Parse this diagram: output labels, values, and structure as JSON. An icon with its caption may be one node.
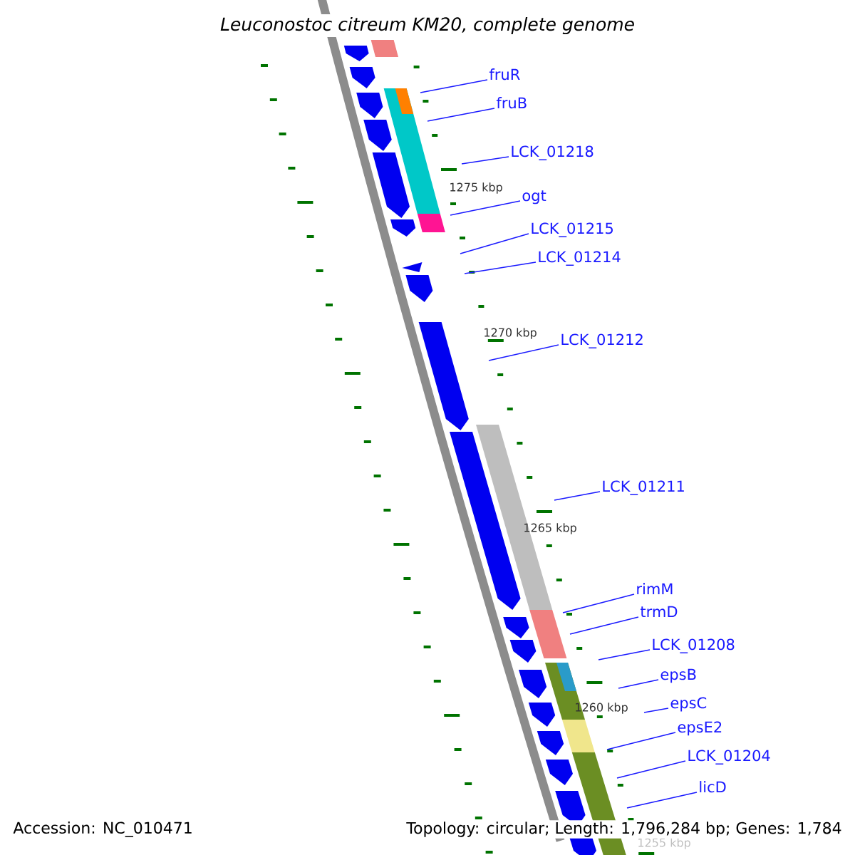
{
  "diagram": {
    "title": "Leuconostoc citreum KM20, complete genome",
    "nodes": [
      {
        "text": [
          "fruR"
        ]
      },
      {
        "text": [
          "fruB"
        ]
      },
      {
        "text": [
          "LCK_01218"
        ]
      },
      {
        "text": [
          "ogt"
        ]
      },
      {
        "text": [
          "LCK_01215"
        ]
      },
      {
        "text": [
          "LCK_01214"
        ]
      },
      {
        "text": [
          "LCK_01212"
        ]
      },
      {
        "text": [
          "LCK_01211"
        ]
      },
      {
        "text": [
          "rimM"
        ]
      },
      {
        "text": [
          "trmD"
        ]
      },
      {
        "text": [
          "LCK_01208"
        ]
      },
      {
        "text": [
          "epsB"
        ]
      },
      {
        "text": [
          "epsC"
        ]
      },
      {
        "text": [
          "epsE2"
        ]
      },
      {
        "text": [
          "LCK_01204"
        ]
      },
      {
        "text": [
          "licD"
        ]
      }
    ],
    "edges": [
      {
        "from": 0,
        "to": null,
        "arrow": "none"
      },
      {
        "from": 1,
        "to": null,
        "arrow": "none"
      },
      {
        "from": 2,
        "to": null,
        "arrow": "none"
      },
      {
        "from": 3,
        "to": null,
        "arrow": "none"
      },
      {
        "from": 4,
        "to": null,
        "arrow": "none"
      },
      {
        "from": 5,
        "to": null,
        "arrow": "none"
      },
      {
        "from": 6,
        "to": null,
        "arrow": "none"
      },
      {
        "from": 7,
        "to": null,
        "arrow": "none"
      },
      {
        "from": 8,
        "to": null,
        "arrow": "none"
      },
      {
        "from": 9,
        "to": null,
        "arrow": "none"
      },
      {
        "from": 10,
        "to": null,
        "arrow": "none"
      },
      {
        "from": 11,
        "to": null,
        "arrow": "none"
      },
      {
        "from": 12,
        "to": null,
        "arrow": "none"
      },
      {
        "from": 13,
        "to": null,
        "arrow": "none"
      },
      {
        "from": 14,
        "to": null,
        "arrow": "none"
      },
      {
        "from": 15,
        "to": null,
        "arrow": "none"
      }
    ],
    "labels": [
      "1275 kbp",
      "1270 kbp",
      "1265 kbp",
      "1260 kbp",
      "1255 kbp",
      "Accession: NC_010471",
      "Topology: circular; Length: 1,796,284 bp; Genes: 1,784"
    ]
  }
}
